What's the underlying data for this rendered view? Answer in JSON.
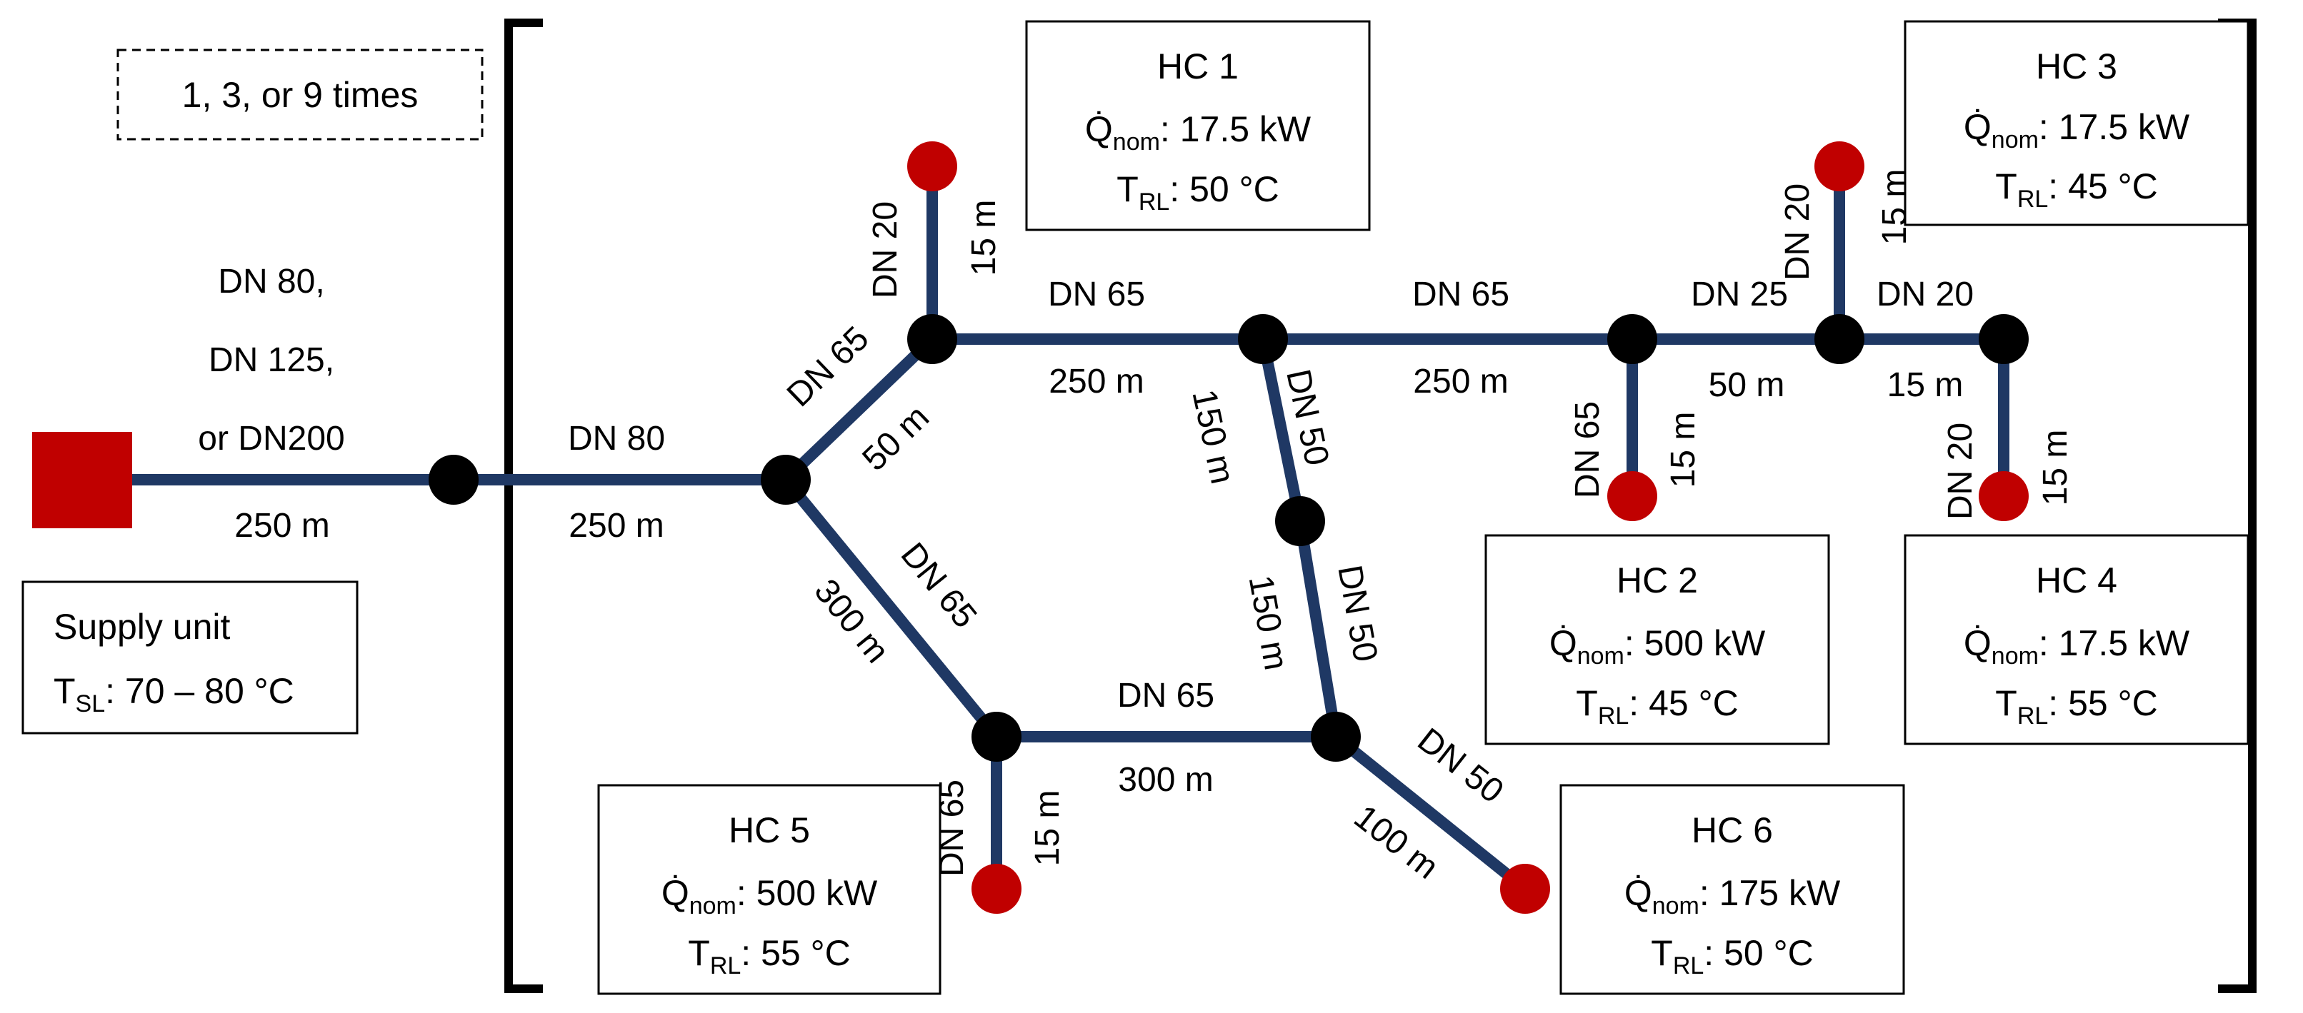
{
  "repeat_note": "1, 3, or 9 times",
  "colors": {
    "pipe": "#1f3864",
    "node": "#000000",
    "consumer": "#c00000",
    "supply": "#c00000"
  },
  "supply": {
    "title": "Supply unit",
    "temp_symbol": "T",
    "temp_sub": "SL",
    "temp_value": ": 70 – 80 °C"
  },
  "main_pipe": {
    "dn_line1": "DN 80,",
    "dn_line2": "DN 125,",
    "dn_line3": "or DN200",
    "length": "250 m"
  },
  "pipes": [
    {
      "dn": "DN 80",
      "length": "250 m"
    },
    {
      "dn": "DN 65",
      "length": "50 m"
    },
    {
      "dn": "DN 20",
      "length": "15 m"
    },
    {
      "dn": "DN 65",
      "length": "250 m"
    },
    {
      "dn": "DN 65",
      "length": "250 m"
    },
    {
      "dn": "DN 65",
      "length": "15 m"
    },
    {
      "dn": "DN 25",
      "length": "50 m"
    },
    {
      "dn": "DN 20",
      "length": "15 m"
    },
    {
      "dn": "DN 20",
      "length": "15 m"
    },
    {
      "dn": "DN 20",
      "length": "15 m"
    },
    {
      "dn": "DN 50",
      "length": "150 m"
    },
    {
      "dn": "DN 50",
      "length": "150 m"
    },
    {
      "dn": "DN 65",
      "length": "300 m"
    },
    {
      "dn": "DN 65",
      "length": "300 m"
    },
    {
      "dn": "DN 65",
      "length": "15 m"
    },
    {
      "dn": "DN 50",
      "length": "100 m"
    }
  ],
  "consumers": [
    {
      "name": "HC 1",
      "q_symbol": "Q̇",
      "q_sub": "nom",
      "q_value": ": 17.5 kW",
      "t_symbol": "T",
      "t_sub": "RL",
      "t_value": ": 50 °C"
    },
    {
      "name": "HC 2",
      "q_symbol": "Q̇",
      "q_sub": "nom",
      "q_value": ": 500 kW",
      "t_symbol": "T",
      "t_sub": "RL",
      "t_value": ": 45 °C"
    },
    {
      "name": "HC 3",
      "q_symbol": "Q̇",
      "q_sub": "nom",
      "q_value": ": 17.5 kW",
      "t_symbol": "T",
      "t_sub": "RL",
      "t_value": ": 45 °C"
    },
    {
      "name": "HC 4",
      "q_symbol": "Q̇",
      "q_sub": "nom",
      "q_value": ": 17.5 kW",
      "t_symbol": "T",
      "t_sub": "RL",
      "t_value": ": 55 °C"
    },
    {
      "name": "HC 5",
      "q_symbol": "Q̇",
      "q_sub": "nom",
      "q_value": ": 500 kW",
      "t_symbol": "T",
      "t_sub": "RL",
      "t_value": ": 55 °C"
    },
    {
      "name": "HC 6",
      "q_symbol": "Q̇",
      "q_sub": "nom",
      "q_value": ": 175 kW",
      "t_symbol": "T",
      "t_sub": "RL",
      "t_value": ": 50 °C"
    }
  ]
}
